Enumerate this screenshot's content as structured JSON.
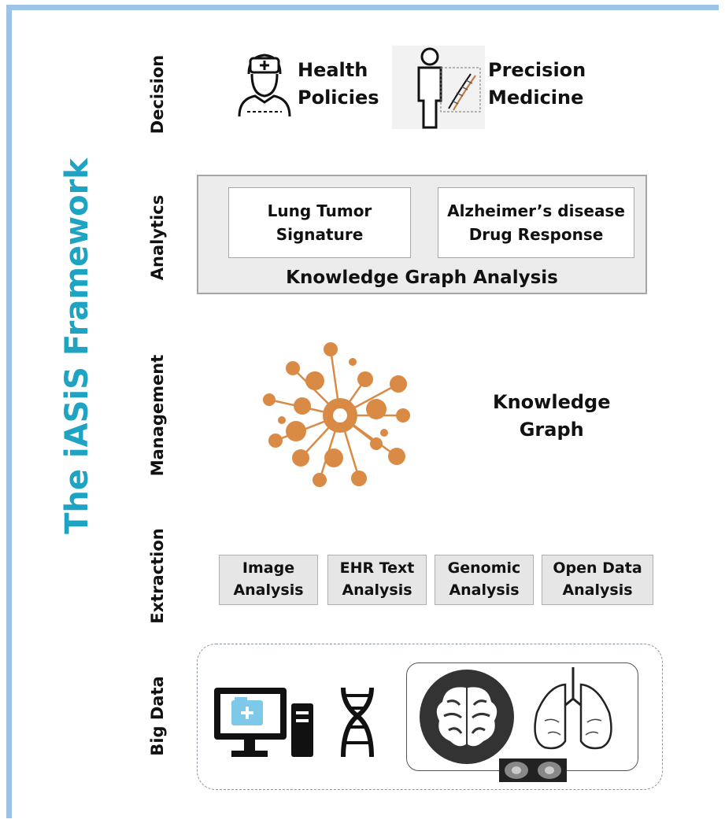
{
  "framework_title": "The iASiS Framework",
  "layers": {
    "decision": "Decision",
    "analytics": "Analytics",
    "management": "Management",
    "extraction": "Extraction",
    "big_data": "Big Data"
  },
  "decision": {
    "health_policies": [
      "Health",
      "Policies"
    ],
    "precision_medicine": [
      "Precision",
      "Medicine"
    ]
  },
  "analytics": {
    "lung_tumor": [
      "Lung Tumor",
      "Signature"
    ],
    "alzheimer": [
      "Alzheimer’s disease",
      "Drug Response"
    ],
    "caption": "Knowledge Graph Analysis"
  },
  "management": {
    "knowledge_graph": [
      "Knowledge",
      "Graph"
    ]
  },
  "extraction": [
    [
      "Image",
      "Analysis"
    ],
    [
      "EHR Text",
      "Analysis"
    ],
    [
      "Genomic",
      "Analysis"
    ],
    [
      "Open Data",
      "Analysis"
    ]
  ],
  "colors": {
    "title": "#1fa3c3",
    "frame": "#9dc3e6",
    "graph_node": "#d98a45",
    "panel": "#ececec"
  },
  "icons": [
    "doctor-icon",
    "person-dna-icon",
    "knowledge-graph-icon",
    "computer-icon",
    "dna-icon",
    "brain-icon",
    "lungs-icon",
    "mri-scan-icon"
  ]
}
